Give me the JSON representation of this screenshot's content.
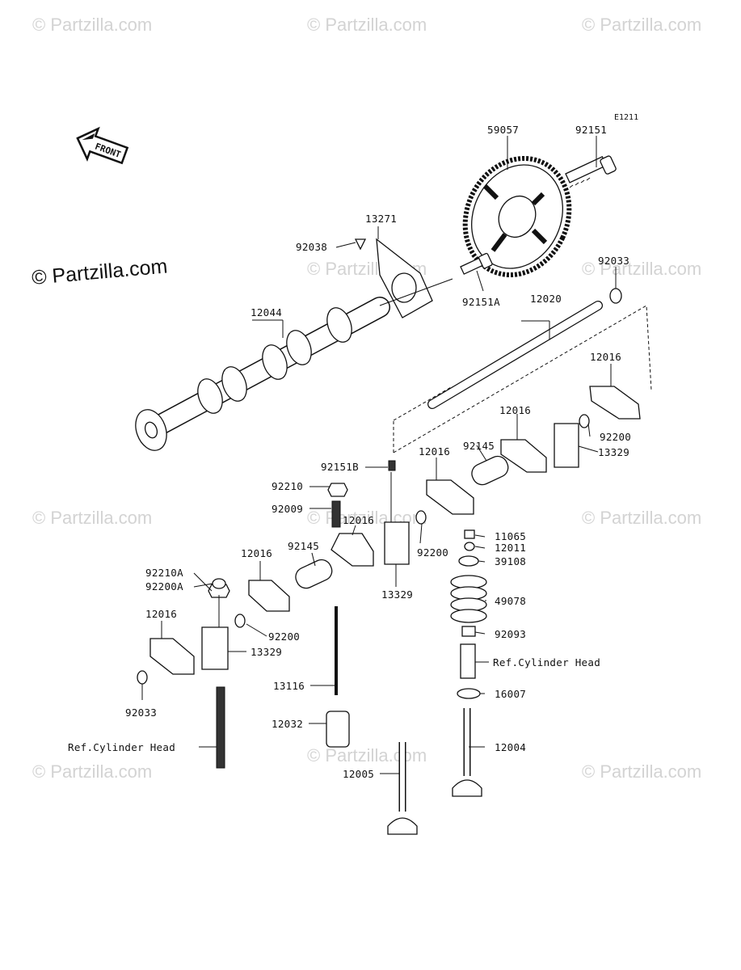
{
  "diagram_code": "E1211",
  "brand_watermark": "© Partzilla.com",
  "watermark_text": "© Partzilla.com",
  "front_label": "FRONT",
  "parts": {
    "p59057": "59057",
    "p92151": "92151",
    "p13271": "13271",
    "p92038": "92038",
    "p92033_top": "92033",
    "p12044": "12044",
    "p92151A": "92151A",
    "p12020": "12020",
    "p12016_a": "12016",
    "p12016_b": "12016",
    "p92200_a": "92200",
    "p13329_a": "13329",
    "p92145_a": "92145",
    "p12016_c": "12016",
    "p92151B": "92151B",
    "p92210": "92210",
    "p92009": "92009",
    "p12016_d": "12016",
    "p11065": "11065",
    "p12011": "12011",
    "p92200_b": "92200",
    "p39108": "39108",
    "p12016_e": "12016",
    "p92145_b": "92145",
    "p92210A": "92210A",
    "p92200A": "92200A",
    "p13329_b": "13329",
    "p49078": "49078",
    "p12016_f": "12016",
    "p92200_c": "92200",
    "p13329_c": "13329",
    "p92093": "92093",
    "ref_cyl_head_right": "Ref.Cylinder Head",
    "p13116": "13116",
    "p92033_bot": "92033",
    "p16007": "16007",
    "p12032": "12032",
    "p12004": "12004",
    "ref_cyl_head_left": "Ref.Cylinder Head",
    "p12005": "12005"
  }
}
